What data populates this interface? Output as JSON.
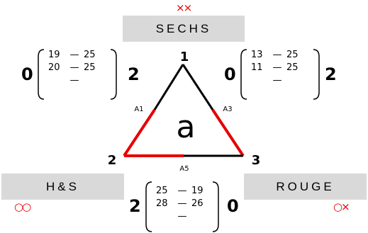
{
  "top_team": {
    "name": "SECHS",
    "marks": "××"
  },
  "left_team": {
    "name": "H&S",
    "marks": "○○"
  },
  "right_team": {
    "name": "ROUGE",
    "marks": "○×"
  },
  "triangle": {
    "center_label": "a",
    "vertices": {
      "v1": "1",
      "v2": "2",
      "v3": "3"
    },
    "edges": {
      "e1": "A1",
      "e3": "A3",
      "e5": "A5"
    },
    "colors": {
      "red": "#e60000",
      "black": "#000000",
      "box": "#d9d9d9"
    }
  },
  "scores": {
    "top_left": {
      "left": "0",
      "right": "2",
      "rows": [
        [
          "19",
          "—",
          "25"
        ],
        [
          "20",
          "—",
          "25"
        ],
        [
          "",
          "—",
          ""
        ]
      ]
    },
    "top_right": {
      "left": "0",
      "right": "2",
      "rows": [
        [
          "13",
          "—",
          "25"
        ],
        [
          "11",
          "—",
          "25"
        ],
        [
          "",
          "—",
          ""
        ]
      ]
    },
    "bottom": {
      "left": "2",
      "right": "0",
      "rows": [
        [
          "25",
          "—",
          "19"
        ],
        [
          "28",
          "—",
          "26"
        ],
        [
          "",
          "—",
          ""
        ]
      ]
    }
  }
}
